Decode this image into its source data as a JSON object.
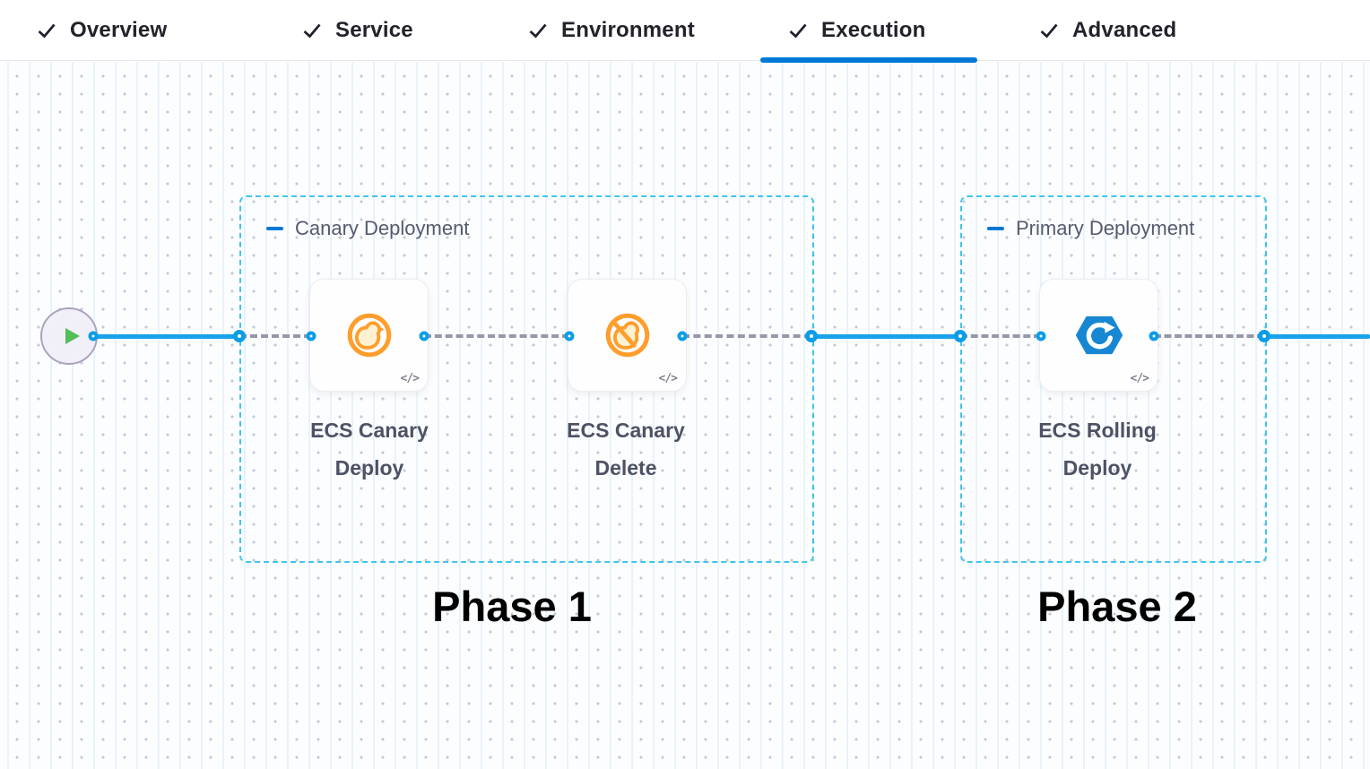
{
  "tabs": {
    "items": [
      {
        "label": "Overview",
        "completed": true,
        "active": false
      },
      {
        "label": "Service",
        "completed": true,
        "active": false
      },
      {
        "label": "Environment",
        "completed": true,
        "active": false
      },
      {
        "label": "Execution",
        "completed": true,
        "active": true
      },
      {
        "label": "Advanced",
        "completed": true,
        "active": false
      }
    ]
  },
  "canvas": {
    "start_node": {
      "icon": "play-icon"
    },
    "code_badge": "</>",
    "groups": [
      {
        "title": "Canary Deployment",
        "phase_label": "Phase 1",
        "steps": [
          {
            "name": "ECS Canary Deploy",
            "icon": "canary-deploy-icon"
          },
          {
            "name": "ECS Canary Delete",
            "icon": "canary-delete-icon"
          }
        ]
      },
      {
        "title": "Primary Deployment",
        "phase_label": "Phase 2",
        "steps": [
          {
            "name": "ECS Rolling Deploy",
            "icon": "ecs-rolling-deploy-icon"
          }
        ]
      }
    ]
  },
  "colors": {
    "accent_blue": "#0278d5",
    "connector_blue": "#18a2ec",
    "group_border_blue": "#41c4f1",
    "canary_orange": "#ff9e2c",
    "ecs_blue": "#1787d3",
    "play_green": "#52be5a",
    "tab_text": "#22222a",
    "step_text": "#4d5264"
  }
}
